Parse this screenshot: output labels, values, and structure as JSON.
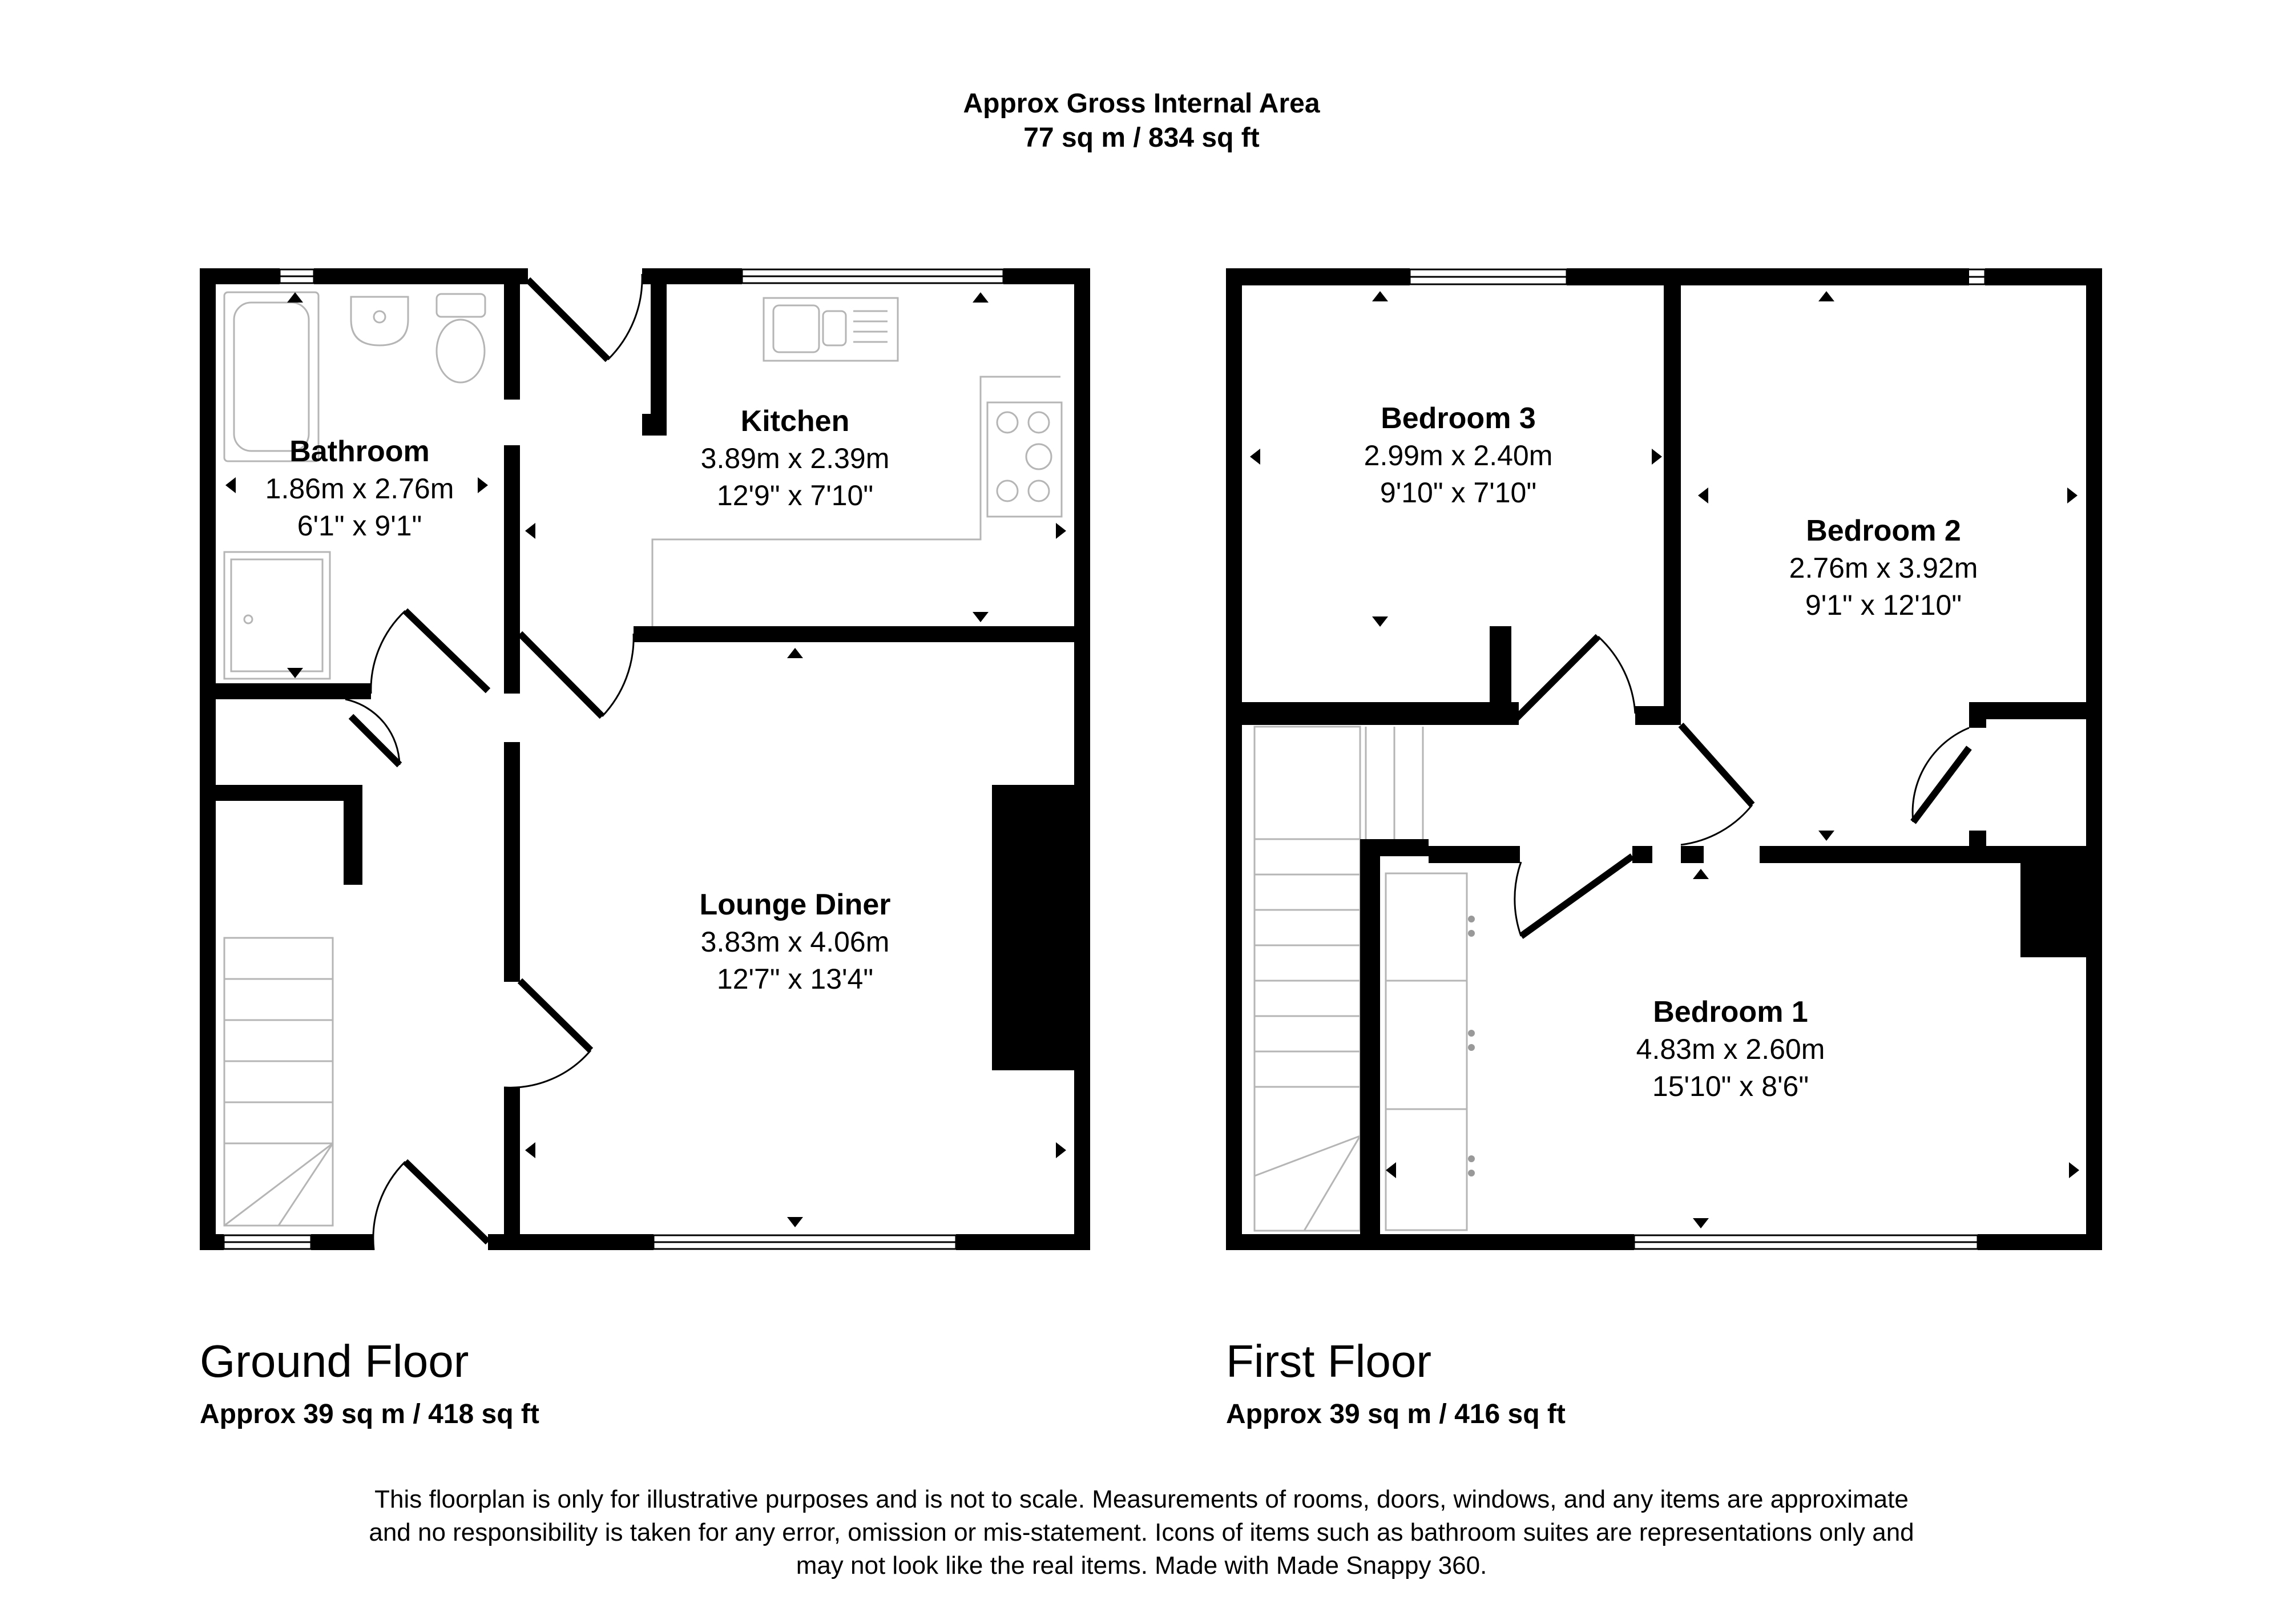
{
  "header": {
    "title": "Approx Gross Internal Area",
    "total_area": "77 sq m / 834 sq ft"
  },
  "floors": [
    {
      "title": "Ground Floor",
      "area": "Approx 39 sq m / 418 sq ft",
      "rooms": [
        {
          "name": "Bathroom",
          "metric": "1.86m x 2.76m",
          "imperial": "6'1\" x 9'1\""
        },
        {
          "name": "Kitchen",
          "metric": "3.89m x 2.39m",
          "imperial": "12'9\" x 7'10\""
        },
        {
          "name": "Lounge Diner",
          "metric": "3.83m x 4.06m",
          "imperial": "12'7\" x 13'4\""
        }
      ]
    },
    {
      "title": "First Floor",
      "area": "Approx 39 sq m / 416 sq ft",
      "rooms": [
        {
          "name": "Bedroom 3",
          "metric": "2.99m x 2.40m",
          "imperial": "9'10\" x 7'10\""
        },
        {
          "name": "Bedroom 2",
          "metric": "2.76m x 3.92m",
          "imperial": "9'1\" x 12'10\""
        },
        {
          "name": "Bedroom 1",
          "metric": "4.83m x 2.60m",
          "imperial": "15'10\" x 8'6\""
        }
      ]
    }
  ],
  "disclaimer": [
    "This floorplan is only for illustrative purposes and is not to scale. Measurements of rooms, doors, windows, and any items are approximate",
    "and no responsibility is taken for any error, omission or mis-statement. Icons of items such as bathroom suites are representations only and",
    "may not look like the real items. Made with Made Snappy 360."
  ]
}
